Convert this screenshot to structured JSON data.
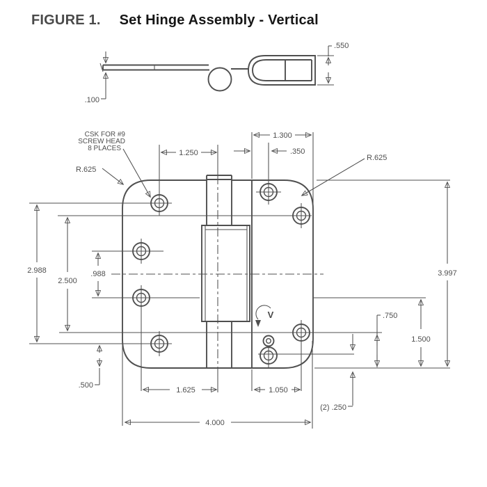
{
  "figure": {
    "label": "FIGURE 1.",
    "title": "Set Hinge Assembly - Vertical"
  },
  "side_view": {
    "dim_channel_height": ".550",
    "dim_leaf_thickness": ".100"
  },
  "plan_view": {
    "note_csk": [
      "CSK FOR #9",
      "SCREW HEAD",
      "8 PLACES"
    ],
    "dim_corner_radius_left": "R.625",
    "dim_corner_radius_right": "R.625",
    "dim_hole_col_to_center": "1.250",
    "dim_right_leaf_width": "1.300",
    "dim_edge_to_first_hole": ".350",
    "dim_left_hole_span": "2.988",
    "dim_right_hole_span": "2.500",
    "dim_mid_hole_span": ".988",
    "dim_right_leaf_height": "3.997",
    "dim_bottom_hole_offset": ".750",
    "dim_lower_row_height": "1.500",
    "dim_bottom_edge_offset": ".500",
    "dim_left_bottom_span": "1.625",
    "dim_right_bottom_span": "1.050",
    "dim_pilot_offset": "(2) .250",
    "dim_overall_width": "4.000",
    "swing_symbol": "V"
  },
  "colors": {
    "line": "#4f4f4f",
    "text": "#4f4f4f",
    "title": "#161616",
    "figure_label": "#4a4a4a",
    "background": "#ffffff"
  }
}
